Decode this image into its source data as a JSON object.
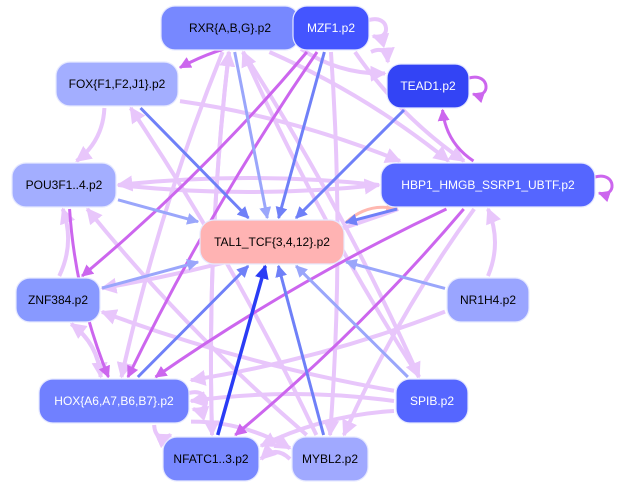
{
  "diagram": {
    "type": "gene-regulatory-network",
    "edge_colors": {
      "strong_blue": "#2a3cf5",
      "blue": "#6f80f8",
      "light_blue": "#9aa6fb",
      "magenta": "#cc66ee",
      "light_magenta": "#e8c6fb",
      "pink": "#ffb8b0"
    },
    "nodes": [
      {
        "id": "rxr",
        "label": "RXR{A,B,G}.p2",
        "fill": "#7788ff",
        "text_color": "#000000"
      },
      {
        "id": "mzf1",
        "label": "MZF1.p2",
        "fill": "#4455ff",
        "text_color": "#ffffff"
      },
      {
        "id": "fox",
        "label": "FOX{F1,F2,J1}.p2",
        "fill": "#a3aeff",
        "text_color": "#000000"
      },
      {
        "id": "tead1",
        "label": "TEAD1.p2",
        "fill": "#3344f5",
        "text_color": "#ffffff"
      },
      {
        "id": "pou3f",
        "label": "POU3F1..4.p2",
        "fill": "#a3aeff",
        "text_color": "#000000"
      },
      {
        "id": "hbp1",
        "label": "HBP1_HMGB_SSRP1_UBTF.p2",
        "fill": "#5566ff",
        "text_color": "#ffffff"
      },
      {
        "id": "tal1",
        "label": "TAL1_TCF{3,4,12}.p2",
        "fill": "#ffb3b3",
        "text_color": "#000000"
      },
      {
        "id": "znf384",
        "label": "ZNF384.p2",
        "fill": "#8899ff",
        "text_color": "#000000"
      },
      {
        "id": "nr1h4",
        "label": "NR1H4.p2",
        "fill": "#9aa5ff",
        "text_color": "#000000"
      },
      {
        "id": "hox",
        "label": "HOX{A6,A7,B6,B7}.p2",
        "fill": "#7080ff",
        "text_color": "#ffffff"
      },
      {
        "id": "spib",
        "label": "SPIB.p2",
        "fill": "#5566ff",
        "text_color": "#ffffff"
      },
      {
        "id": "nfatc",
        "label": "NFATC1..3.p2",
        "fill": "#7888ff",
        "text_color": "#000000"
      },
      {
        "id": "mybl2",
        "label": "MYBL2.p2",
        "fill": "#a0a9ff",
        "text_color": "#000000"
      }
    ],
    "edges": [
      {
        "from": "fox",
        "to": "tal1",
        "color": "blue"
      },
      {
        "from": "rxr",
        "to": "tal1",
        "color": "light_blue"
      },
      {
        "from": "mzf1",
        "to": "tal1",
        "color": "blue"
      },
      {
        "from": "tead1",
        "to": "tal1",
        "color": "blue"
      },
      {
        "from": "hbp1",
        "to": "tal1",
        "color": "blue"
      },
      {
        "from": "pou3f",
        "to": "tal1",
        "color": "light_blue"
      },
      {
        "from": "znf384",
        "to": "tal1",
        "color": "light_blue"
      },
      {
        "from": "nr1h4",
        "to": "tal1",
        "color": "light_blue"
      },
      {
        "from": "hox",
        "to": "tal1",
        "color": "blue"
      },
      {
        "from": "nfatc",
        "to": "tal1",
        "color": "strong_blue"
      },
      {
        "from": "mybl2",
        "to": "tal1",
        "color": "blue"
      },
      {
        "from": "spib",
        "to": "tal1",
        "color": "light_blue"
      },
      {
        "from": "tal1",
        "to": "hbp1",
        "color": "pink"
      },
      {
        "from": "mzf1",
        "to": "rxr",
        "color": "light_magenta"
      },
      {
        "from": "mzf1",
        "to": "mzf1",
        "color": "light_magenta"
      },
      {
        "from": "mzf1",
        "to": "tead1",
        "color": "light_magenta"
      },
      {
        "from": "mzf1",
        "to": "fox",
        "color": "magenta"
      },
      {
        "from": "mzf1",
        "to": "hbp1",
        "color": "light_magenta"
      },
      {
        "from": "mzf1",
        "to": "znf384",
        "color": "magenta"
      },
      {
        "from": "mzf1",
        "to": "hox",
        "color": "magenta"
      },
      {
        "from": "mzf1",
        "to": "mybl2",
        "color": "light_magenta"
      },
      {
        "from": "tead1",
        "to": "tead1",
        "color": "magenta"
      },
      {
        "from": "hbp1",
        "to": "hbp1",
        "color": "magenta"
      },
      {
        "from": "hbp1",
        "to": "tead1",
        "color": "magenta"
      },
      {
        "from": "hbp1",
        "to": "pou3f",
        "color": "light_magenta"
      },
      {
        "from": "hbp1",
        "to": "hox",
        "color": "magenta"
      },
      {
        "from": "hbp1",
        "to": "nfatc",
        "color": "magenta"
      },
      {
        "from": "hbp1",
        "to": "znf384",
        "color": "light_magenta"
      },
      {
        "from": "rxr",
        "to": "tead1",
        "color": "light_magenta"
      },
      {
        "from": "rxr",
        "to": "hbp1",
        "color": "light_magenta"
      },
      {
        "from": "rxr",
        "to": "nfatc",
        "color": "light_magenta"
      },
      {
        "from": "rxr",
        "to": "spib",
        "color": "light_magenta"
      },
      {
        "from": "rxr",
        "to": "hox",
        "color": "light_magenta"
      },
      {
        "from": "fox",
        "to": "hbp1",
        "color": "light_magenta"
      },
      {
        "from": "pou3f",
        "to": "hbp1",
        "color": "light_magenta"
      },
      {
        "from": "pou3f",
        "to": "hox",
        "color": "magenta"
      },
      {
        "from": "fox",
        "to": "pou3f",
        "color": "light_magenta"
      },
      {
        "from": "znf384",
        "to": "pou3f",
        "color": "light_magenta"
      },
      {
        "from": "znf384",
        "to": "hox",
        "color": "light_magenta"
      },
      {
        "from": "hox",
        "to": "znf384",
        "color": "light_magenta"
      },
      {
        "from": "hox",
        "to": "hox",
        "color": "light_magenta"
      },
      {
        "from": "hox",
        "to": "nfatc",
        "color": "light_magenta"
      },
      {
        "from": "hox",
        "to": "mybl2",
        "color": "light_magenta"
      },
      {
        "from": "spib",
        "to": "hox",
        "color": "light_magenta"
      },
      {
        "from": "spib",
        "to": "znf384",
        "color": "light_magenta"
      },
      {
        "from": "spib",
        "to": "nfatc",
        "color": "light_magenta"
      },
      {
        "from": "spib",
        "to": "rxr",
        "color": "light_magenta"
      },
      {
        "from": "nr1h4",
        "to": "hbp1",
        "color": "light_magenta"
      },
      {
        "from": "nr1h4",
        "to": "hox",
        "color": "light_magenta"
      },
      {
        "from": "mybl2",
        "to": "nfatc",
        "color": "light_magenta"
      },
      {
        "from": "mybl2",
        "to": "pou3f",
        "color": "light_magenta"
      },
      {
        "from": "mybl2",
        "to": "fox",
        "color": "light_magenta"
      },
      {
        "from": "nfatc",
        "to": "rxr",
        "color": "light_magenta"
      },
      {
        "from": "hbp1",
        "to": "mybl2",
        "color": "light_magenta"
      }
    ]
  }
}
